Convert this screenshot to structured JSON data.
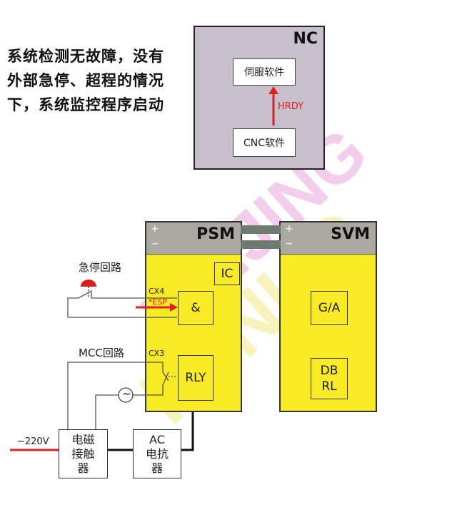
{
  "intro": {
    "line1": "系统检测无故障，没有",
    "line2": "外部急停、超程的情况",
    "line3": "下，系统监控程序启动"
  },
  "nc": {
    "title": "NC",
    "servo_software": "伺服软件",
    "cnc_software": "CNC软件",
    "signal": "HRDY"
  },
  "psm": {
    "title": "PSM",
    "ic": "IC",
    "and_gate": "&",
    "relay": "RLY",
    "cx4": "CX4",
    "esp": "*ESP",
    "cx3": "CX3",
    "plus": "+",
    "minus": "−"
  },
  "svm": {
    "title": "SVM",
    "ga": "G/A",
    "db_line1": "DB",
    "db_line2": "RL",
    "plus": "+",
    "minus": "−"
  },
  "labels": {
    "estop_circuit": "急停回路",
    "mcc_circuit": "MCC回路",
    "voltage": "~220V",
    "ac_symbol": "~"
  },
  "contactor": {
    "line1": "电磁",
    "line2": "接触",
    "line3": "器"
  },
  "reactor": {
    "line1": "AC",
    "line2": "电抗",
    "line3": "器"
  },
  "watermark": {
    "line1": "BEIJING",
    "line2": "FANUC"
  },
  "colors": {
    "module_yellow": "#f8ea24",
    "nc_grey": "#c8bfcd",
    "signal_red": "#e02020",
    "watermark_pink": "#e8a6dc",
    "watermark_yellow": "#f3ea86"
  }
}
